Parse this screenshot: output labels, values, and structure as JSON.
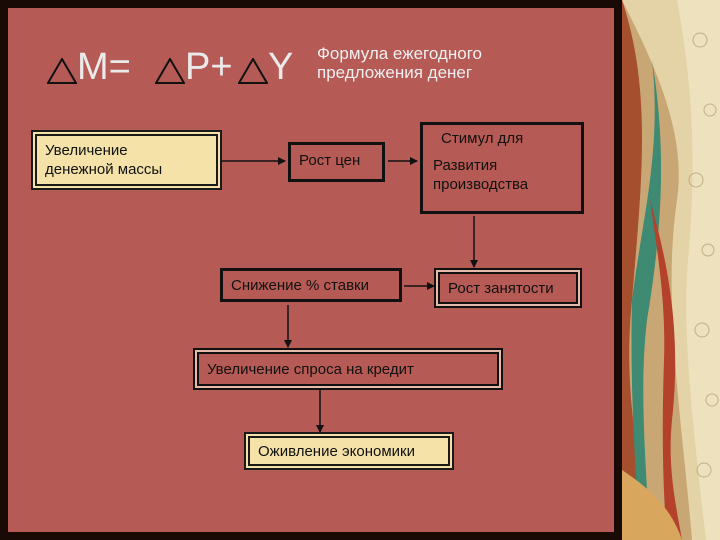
{
  "formula": {
    "parts": [
      "M=",
      "P+",
      "Y"
    ],
    "caption_line1": "Формула ежегодного",
    "caption_line2": "предложения денег"
  },
  "nodes": {
    "money_increase": {
      "line1": "Увеличение",
      "line2": "денежной массы"
    },
    "price_growth": "Рост цен",
    "stimulus": {
      "title": "Стимул для",
      "line1": "Развития",
      "line2": "производства"
    },
    "rate_decrease": "Снижение % ставки",
    "employment_growth": "Рост занятости",
    "credit_demand": "Увеличение спроса на кредит",
    "economy_revival": "Оживление экономики"
  },
  "colors": {
    "background": "#b65a55",
    "frame": "#190a06",
    "light_box": "#f4e2a8",
    "text_light": "#eaeaea"
  }
}
